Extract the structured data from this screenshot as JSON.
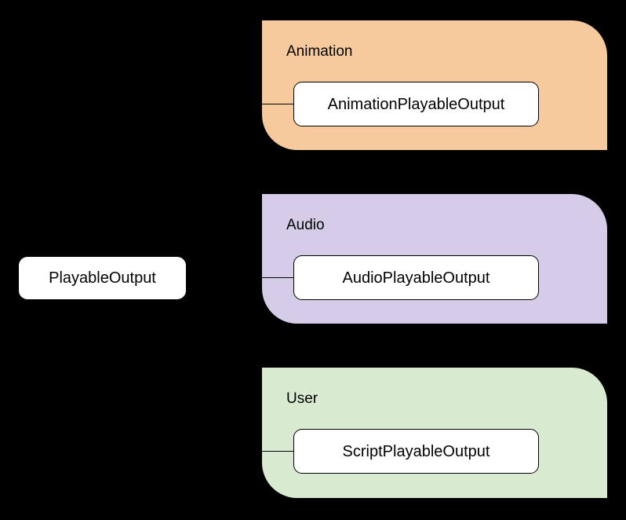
{
  "diagram": {
    "type": "class-hierarchy",
    "background_color": "#000000",
    "root": {
      "label": "PlayableOutput",
      "fill_color": "#ffffff",
      "text_color": "#000000"
    },
    "packages": [
      {
        "name": "Animation",
        "fill_color": "#f7ca9e",
        "border_color": "#000000",
        "children": [
          {
            "label": "AnimationPlayableOutput",
            "fill_color": "#ffffff"
          }
        ]
      },
      {
        "name": "Audio",
        "fill_color": "#d5cde8",
        "border_color": "#000000",
        "children": [
          {
            "label": "AudioPlayableOutput",
            "fill_color": "#ffffff"
          }
        ]
      },
      {
        "name": "User",
        "fill_color": "#d8ebd0",
        "border_color": "#000000",
        "children": [
          {
            "label": "ScriptPlayableOutput",
            "fill_color": "#ffffff"
          }
        ]
      }
    ]
  }
}
